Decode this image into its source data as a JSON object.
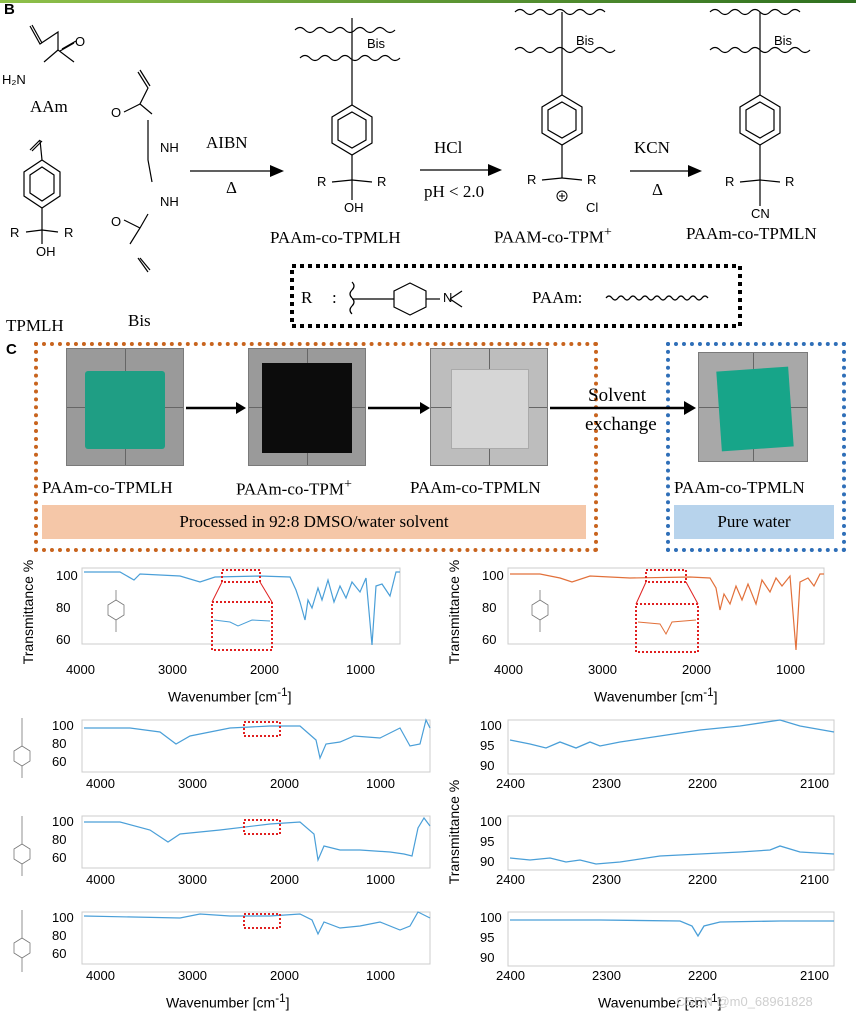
{
  "panel_b": {
    "letter": "B",
    "aam": "AAm",
    "tpmlh": "TPMLH",
    "bis": "Bis",
    "aibn": "AIBN",
    "delta": "Δ",
    "hcl": "HCl",
    "ph": "pH < 2.0",
    "kcn": "KCN",
    "delta2": "Δ",
    "prod1": "PAAm-co-TPMLH",
    "prod2": "PAAM-co-TPM",
    "prod2_sup": "+",
    "prod3": "PAAm-co-TPMLN",
    "legend_r": "R",
    "legend_colon": ":",
    "legend_paam": "PAAm:",
    "atom_h2n": "H₂N",
    "atom_o": "O",
    "atom_oh": "OH",
    "atom_nh": "NH",
    "atom_r": "R",
    "atom_cl": "Cl",
    "atom_cn": "CN",
    "atom_bis": "Bis",
    "atom_n": "N"
  },
  "panel_c": {
    "letter": "C",
    "photo1_label": "PAAm-co-TPMLH",
    "photo2_label": "PAAm-co-TPM",
    "photo2_sup": "+",
    "photo3_label": "PAAm-co-TPMLN",
    "photo4_label": "PAAm-co-TPMLN",
    "arrow_label_1": "Solvent",
    "arrow_label_2": "exchange",
    "processed_bar": "Processed in 92:8 DMSO/water solvent",
    "water_bar": "Pure water",
    "colors": {
      "orange_box": "#c8641e",
      "blue_box": "#2f6fb8",
      "orange_fill": "#f5c7a8",
      "blue_fill": "#b7d3ec",
      "photo1": "#1f9e84",
      "photo2": "#0c0c0c",
      "photo3": "#cdcdcd",
      "photo4": "#17a589"
    }
  },
  "spectra": {
    "ylabel": "Transmittance %",
    "xlabel_main": "Wavenumber [cm",
    "xlabel_sup": "-1",
    "xlabel_end": "]",
    "wide_xticks": [
      "4000",
      "3000",
      "2000",
      "1000"
    ],
    "zoom_xticks": [
      "2400",
      "2300",
      "2200",
      "2100"
    ],
    "tl_yticks": [
      "100",
      "80",
      "60"
    ],
    "mid_yticks": [
      "100",
      "80",
      "60"
    ],
    "zoom_yticks": [
      "100",
      "95",
      "90"
    ],
    "colors": {
      "blue": "#4a9fd8",
      "orange": "#e2703a",
      "dashed_red": "#e02020"
    }
  },
  "watermark": "CSDN @m0_68961828"
}
